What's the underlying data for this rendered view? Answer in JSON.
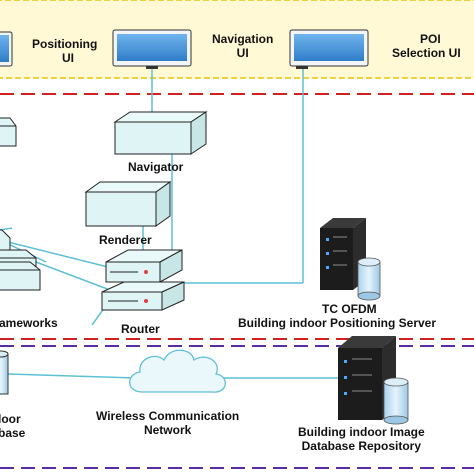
{
  "labels": {
    "positioning_ui": [
      "Positioning",
      "UI"
    ],
    "navigation_ui": [
      "Navigation",
      "UI"
    ],
    "poi_selection_ui": [
      "POI",
      "Selection UI"
    ],
    "navigator": "Navigator",
    "renderer": "Renderer",
    "router": "Router",
    "frameworks": "ameworks",
    "server": [
      "TC  OFDM",
      "Building  indoor  Positioning  Server"
    ],
    "wireless": [
      "Wireless Communication",
      "Network"
    ],
    "image_repo": [
      "Building  indoor  Image",
      "Database  Repository"
    ],
    "left_partial": [
      "loor",
      "base"
    ]
  },
  "colors": {
    "ui_band": "#fff9d6",
    "band_border": "#e8c400",
    "red_dash": "#d02020",
    "purple_dash": "#5a2ea0",
    "link": "#5ec0d8",
    "device_fill": "#dff4f4",
    "device_stroke": "#222222",
    "screen": "#3f8fd8",
    "server_body": "#1c1c1c",
    "cylinder": "#bfe0f4"
  }
}
